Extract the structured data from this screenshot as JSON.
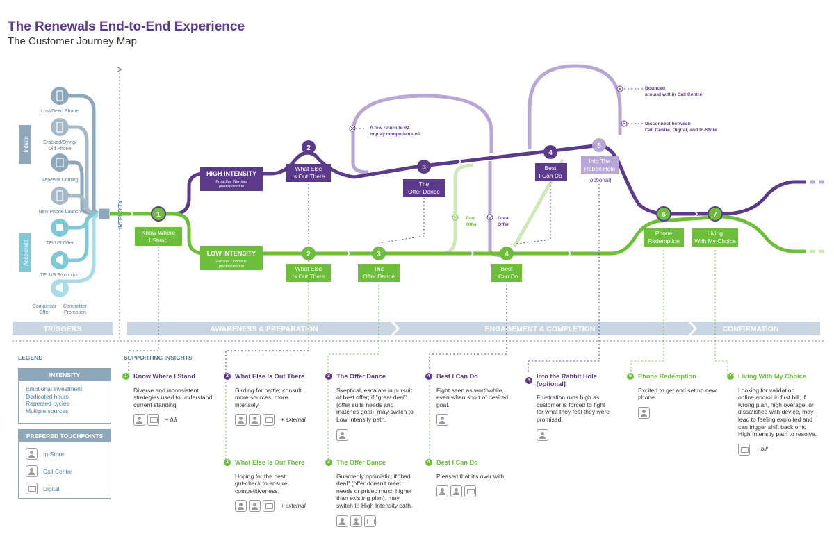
{
  "title": "The Renewals End-to-End Experience",
  "subtitle": "The Customer Journey Map",
  "axis_label": "INTENSITY",
  "triggers": {
    "initiate_label": "Initiate",
    "accelerate_label": "Accelerate",
    "items": [
      {
        "label": "Lost/Dead Phone"
      },
      {
        "label": "Cracked/Dying/\nOld Phone"
      },
      {
        "label": "Renewal Coming"
      },
      {
        "label": "New Phone Launch"
      },
      {
        "label": "TELUS Offer"
      },
      {
        "label": "TELUS Promotion"
      },
      {
        "label": "Competitor\nOffer"
      },
      {
        "label": "Competitor\nPromotion"
      }
    ]
  },
  "phases": [
    {
      "label": "TRIGGERS"
    },
    {
      "label": "AWARENESS & PREPARATION"
    },
    {
      "label": "ENGAGEMENT & COMPLETION"
    },
    {
      "label": "CONFIRMATION"
    }
  ],
  "high_intensity": {
    "label": "HIGH INTENSITY",
    "sub": "Proactive Warriors\npredisposed to"
  },
  "low_intensity": {
    "label": "LOW INTENSITY",
    "sub": "Passive Optimists\npredisposed to"
  },
  "steps": {
    "s1": {
      "num": "1",
      "label": "Know Where\nI Stand"
    },
    "h2": {
      "num": "2",
      "label": "What Else\nIs Out There"
    },
    "h3": {
      "num": "3",
      "label": "The\nOffer Dance"
    },
    "h4": {
      "num": "4",
      "label": "Best\nI Can Do"
    },
    "h5": {
      "num": "5",
      "label": "Into The\nRabbit Hole",
      "note": "[optional]"
    },
    "l2": {
      "num": "2",
      "label": "What Else\nIs Out There"
    },
    "l3": {
      "num": "3",
      "label": "The\nOffer Dance"
    },
    "l4": {
      "num": "4",
      "label": "Best\nI Can Do"
    },
    "s6": {
      "num": "6",
      "label": "Phone\nRedemption"
    },
    "s7": {
      "num": "7",
      "label": "Living\nWith My Choice"
    }
  },
  "annotations": {
    "return": "A few return to #2\nto play competitors off",
    "bad_offer": "Bad\nOffer",
    "great_offer": "Great\nOffer",
    "bounced": "Bounced\naround within Call Centre",
    "disconnect": "Disconnect between\nCall Centre, Digital, and In-Store"
  },
  "legend": {
    "heading": "LEGEND",
    "intensity": {
      "title": "INTENSITY",
      "items": [
        "Emotional investment",
        "Dedicated hours",
        "Repeated cycles",
        "Multiple sources"
      ]
    },
    "touchpoints": {
      "title": "PREFERED TOUCHPOINTS",
      "items": [
        {
          "label": "In-Store",
          "icon": "store-icon"
        },
        {
          "label": "Call Centre",
          "icon": "person-icon"
        },
        {
          "label": "Digital",
          "icon": "digital-icon"
        }
      ]
    }
  },
  "supporting_insights": {
    "heading": "SUPPORTING INSIGHTS",
    "cards": [
      {
        "num": "1",
        "title": "Know Where I Stand",
        "body": "Diverse and inconsistent\nstrategies used to understand\ncurrent standing.",
        "extra": "+ bill"
      },
      {
        "num": "2",
        "title": "What Else Is Out There",
        "body": "Girding for battle; consult\nmore sources, more\nintensely.",
        "extra": "+ external"
      },
      {
        "num": "3",
        "title": "The Offer Dance",
        "body": "Skeptical, escalate in pursuit\nof best offer; if \"great deal\"\n(offer suits needs and\nmatches goal), may switch to\nLow Intensity path.",
        "extra": ""
      },
      {
        "num": "4",
        "title": "Best I Can Do",
        "body": "Fight seen as worthwhile,\neven when short of desired\ngoal.",
        "extra": ""
      },
      {
        "num": "5",
        "title": "Into the Rabbit Hole\n[optional]",
        "body": "Frustration runs high as\ncustomer is forced to fight\nfor what they feel they were\npromised.",
        "extra": ""
      },
      {
        "num": "6",
        "title": "Phone Redemption",
        "body": "Excited to get and set up new\nphone.",
        "extra": ""
      },
      {
        "num": "7",
        "title": "Living With My Choice",
        "body": "Looking for validation\nonline and/or in first bill; if\nwrong plan, high overage, or\ndissatisfied with device, may\nlead to feeling exploited and\ncan trigger shift back onto\nHigh Intensity path to resolve.",
        "extra": "+ bill"
      },
      {
        "num": "2",
        "title": "What Else Is Out There",
        "body": "Hoping for the best;\ngut-check to ensure\ncompetitiveness.",
        "extra": "+ external"
      },
      {
        "num": "3",
        "title": "The Offer Dance",
        "body": "Guardedly optimistic; if \"bad\ndeal\" (offer doesn't meet\nneeds or priced much higher\nthan existing plan), may\nswitch to High Intensity path.",
        "extra": ""
      },
      {
        "num": "4",
        "title": "Best I Can Do",
        "body": "Pleased that it's over with.",
        "extra": ""
      }
    ]
  },
  "colors": {
    "purple": "#5b3a8c",
    "purple_light": "#b8a7d4",
    "green": "#6dbf3b",
    "green_light": "#cfe8b8",
    "blue": "#8fa7ba",
    "trigger_blue": "#7ec8d8",
    "phase_bar": "#c9d6e1"
  }
}
